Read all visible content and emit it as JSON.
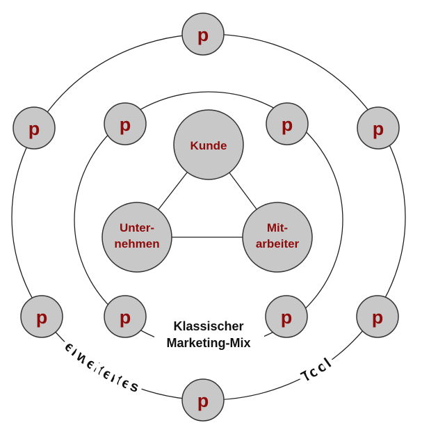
{
  "core": {
    "kunde": "Kunde",
    "unternehmen": [
      "Unter-",
      "nehmen"
    ],
    "mitarbeiter": [
      "Mit-",
      "arbeiter"
    ]
  },
  "inner_ring": {
    "label": [
      "Klassischer",
      "Marketing-Mix"
    ],
    "nodes": [
      "p",
      "p",
      "p",
      "p"
    ]
  },
  "outer_ring": {
    "label_left": "erweitertes",
    "label_right": "Tool",
    "nodes": [
      "p",
      "p",
      "p",
      "p",
      "p",
      "p"
    ]
  },
  "colors": {
    "node_fill": "#c8c8c8",
    "node_text": "#8e0b0b"
  }
}
